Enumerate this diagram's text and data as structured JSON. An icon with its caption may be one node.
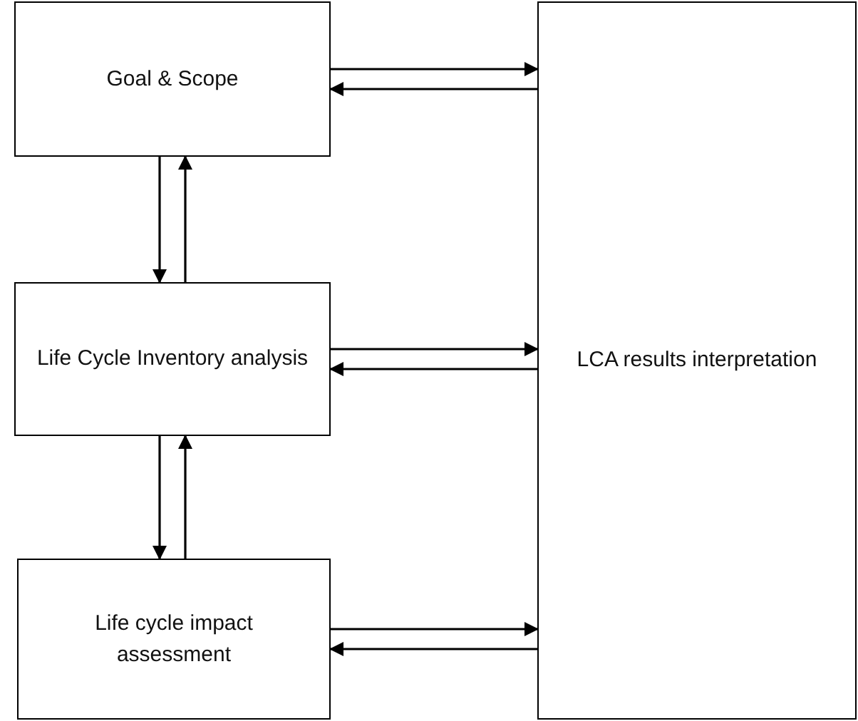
{
  "diagram": {
    "nodes": [
      {
        "text": [
          "Goal & Scope"
        ]
      },
      {
        "text": [
          "Life Cycle Inventory analysis"
        ]
      },
      {
        "text": [
          "Life cycle impact assessment"
        ]
      },
      {
        "text": [
          "LCA results interpretation"
        ]
      }
    ],
    "edges": [
      {
        "from": 0,
        "to": 3,
        "arrow": "to"
      },
      {
        "from": 3,
        "to": 0,
        "arrow": "to"
      },
      {
        "from": 0,
        "to": 1,
        "arrow": "to"
      },
      {
        "from": 1,
        "to": 0,
        "arrow": "to"
      },
      {
        "from": 1,
        "to": 3,
        "arrow": "to"
      },
      {
        "from": 3,
        "to": 1,
        "arrow": "to"
      },
      {
        "from": 1,
        "to": 2,
        "arrow": "to"
      },
      {
        "from": 2,
        "to": 1,
        "arrow": "to"
      },
      {
        "from": 2,
        "to": 3,
        "arrow": "to"
      },
      {
        "from": 3,
        "to": 2,
        "arrow": "to"
      }
    ]
  }
}
